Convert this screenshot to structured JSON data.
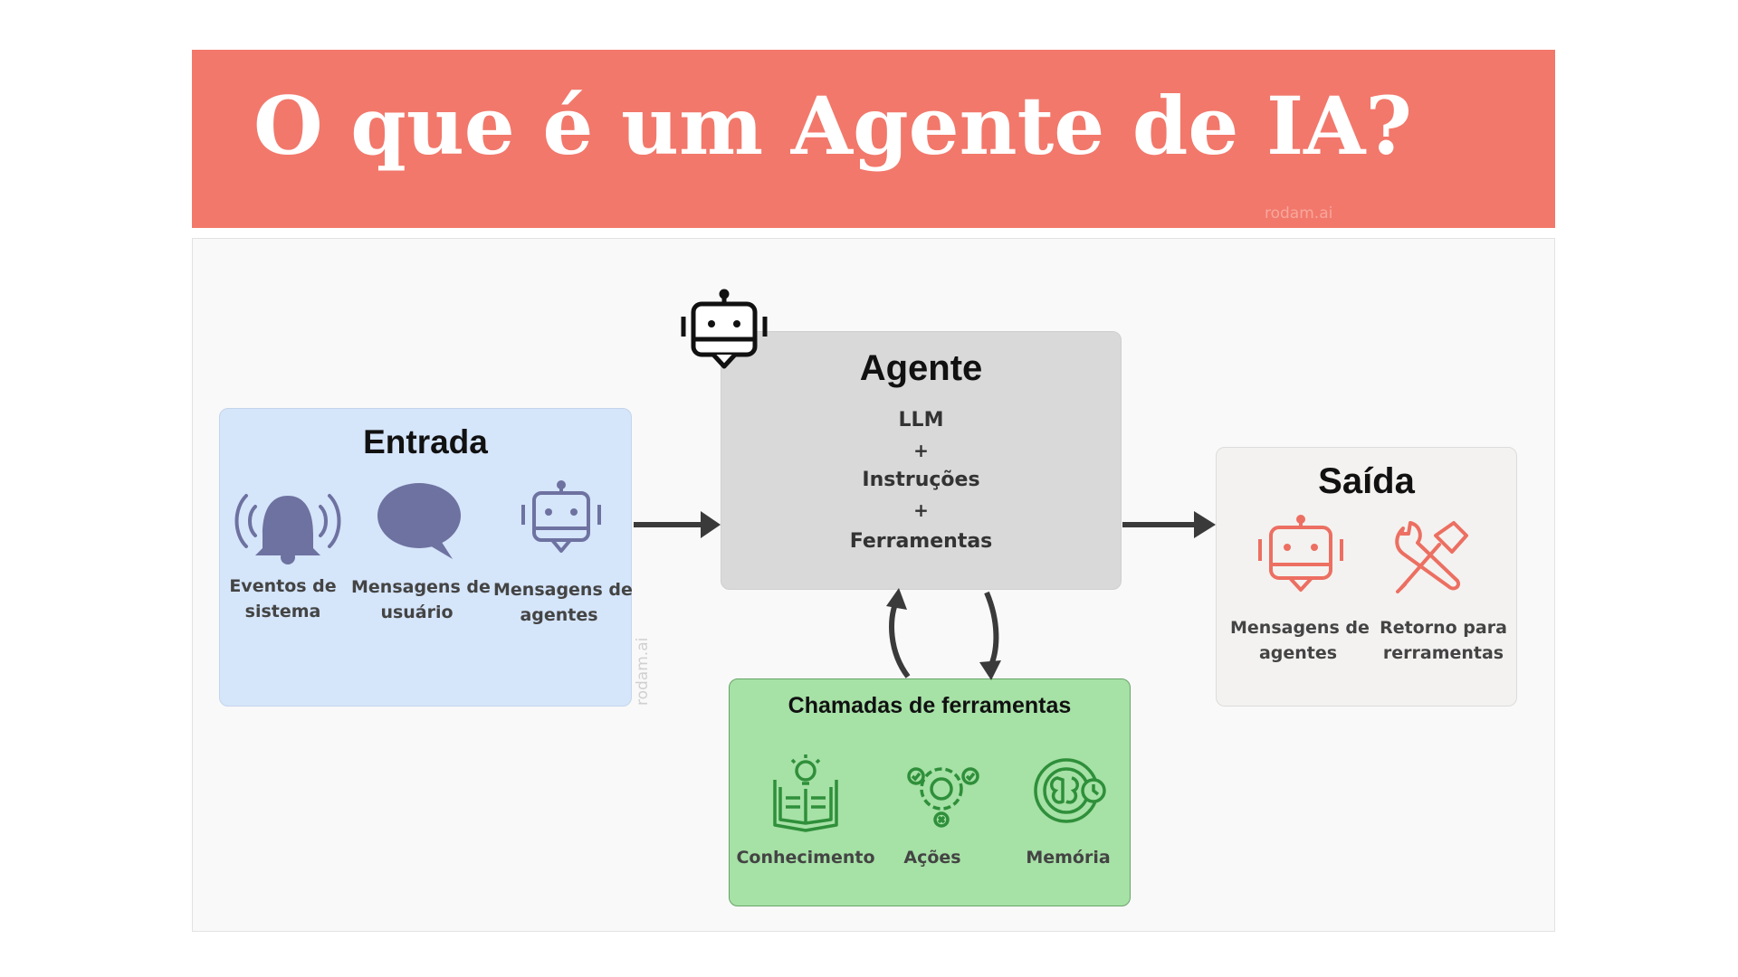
{
  "header": {
    "title": "O que é um Agente de IA?",
    "watermark": "rodam.ai"
  },
  "side_watermark": "rodam.ai",
  "entrada": {
    "title": "Entrada",
    "items": [
      {
        "label_line1": "Eventos de",
        "label_line2": "sistema",
        "icon": "bell-icon"
      },
      {
        "label_line1": "Mensagens de",
        "label_line2": "usuário",
        "icon": "speech-bubble-icon"
      },
      {
        "label_line1": "Mensagens de",
        "label_line2": "agentes",
        "icon": "robot-icon"
      }
    ],
    "color": "#d5e5fa",
    "icon_color": "#6e72a0"
  },
  "agente": {
    "title": "Agente",
    "lines": [
      "LLM",
      "+",
      "Instruções",
      "+",
      "Ferramentas"
    ],
    "color": "#d9d9d9",
    "icon": "robot-icon"
  },
  "saida": {
    "title": "Saída",
    "items": [
      {
        "label_line1": "Mensagens de",
        "label_line2": "agentes",
        "icon": "robot-icon"
      },
      {
        "label_line1": "Retorno para",
        "label_line2": "rerramentas",
        "icon": "tools-icon"
      }
    ],
    "color": "#f3f2f0",
    "icon_color": "#ec6f62"
  },
  "chamadas": {
    "title": "Chamadas de ferramentas",
    "items": [
      {
        "label": "Conhecimento",
        "icon": "book-bulb-icon"
      },
      {
        "label": "Ações",
        "icon": "gear-check-icon"
      },
      {
        "label": "Memória",
        "icon": "brain-icon"
      }
    ],
    "color": "#a6e1a6",
    "icon_color": "#2f8f3a"
  },
  "colors": {
    "banner": "#f2786b",
    "arrow": "#3a3a3a"
  }
}
